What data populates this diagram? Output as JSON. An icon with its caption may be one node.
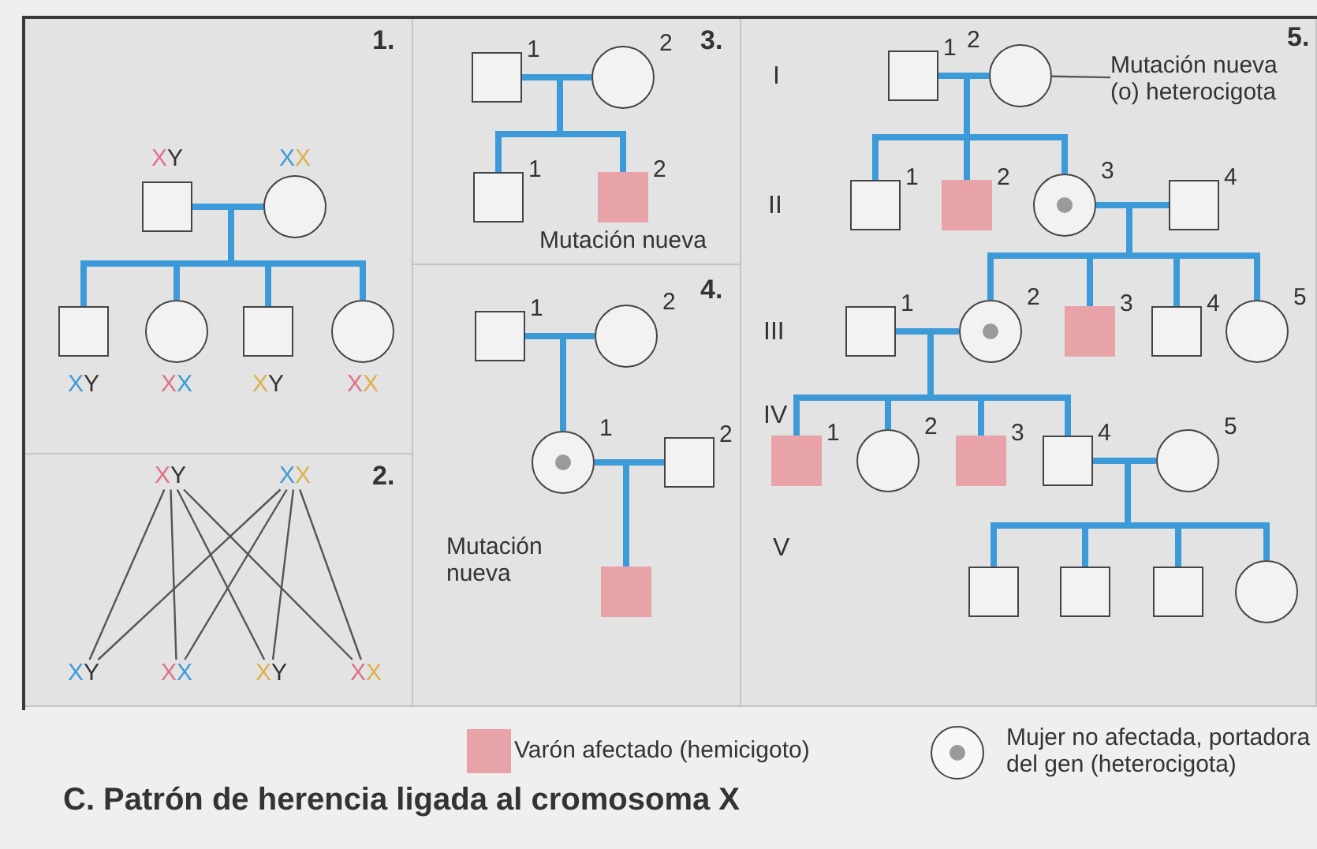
{
  "diagram": {
    "title": "C. Patrón de herencia ligada al cromosoma X",
    "nodes": [
      {
        "text": [
          "1."
        ]
      },
      {
        "text": [],
        "shape": "box",
        "in": 0,
        "beside": [
          "XY"
        ]
      },
      {
        "text": [],
        "shape": "circle",
        "in": 0,
        "beside": [
          "XX"
        ]
      },
      {
        "text": [],
        "shape": "box",
        "in": 0,
        "beside": [
          "XY"
        ]
      },
      {
        "text": [],
        "shape": "circle",
        "in": 0,
        "beside": [
          "XX"
        ]
      },
      {
        "text": [],
        "shape": "box",
        "in": 0,
        "beside": [
          "XY"
        ]
      },
      {
        "text": [],
        "shape": "circle",
        "in": 0,
        "beside": [
          "XX"
        ]
      },
      {
        "text": [
          "2."
        ]
      },
      {
        "text": [
          "XY"
        ],
        "in": 7
      },
      {
        "text": [
          "XX"
        ],
        "in": 7
      },
      {
        "text": [
          "XY"
        ],
        "in": 7
      },
      {
        "text": [
          "XX"
        ],
        "in": 7
      },
      {
        "text": [
          "XY"
        ],
        "in": 7
      },
      {
        "text": [
          "XX"
        ],
        "in": 7
      },
      {
        "text": [
          "3."
        ]
      },
      {
        "text": [],
        "shape": "box",
        "in": 14,
        "beside": [
          "1"
        ]
      },
      {
        "text": [],
        "shape": "circle",
        "in": 14,
        "beside": [
          "2"
        ]
      },
      {
        "text": [],
        "shape": "box",
        "in": 14,
        "beside": [
          "1"
        ]
      },
      {
        "text": [],
        "shape": "box",
        "in": 14,
        "beside": [
          "2",
          "Mutación nueva"
        ]
      },
      {
        "text": [
          "4."
        ]
      },
      {
        "text": [],
        "shape": "box",
        "in": 19,
        "beside": [
          "1"
        ]
      },
      {
        "text": [],
        "shape": "circle",
        "in": 19,
        "beside": [
          "2"
        ]
      },
      {
        "text": [],
        "shape": "circle",
        "in": 19,
        "beside": [
          "1",
          "Mutación nueva"
        ]
      },
      {
        "text": [],
        "shape": "box",
        "in": 19,
        "beside": [
          "2"
        ]
      },
      {
        "text": [],
        "shape": "box",
        "in": 19
      },
      {
        "text": [
          "5."
        ]
      },
      {
        "text": [],
        "shape": "box",
        "in": 25,
        "beside": [
          "1"
        ]
      },
      {
        "text": [],
        "shape": "circle",
        "in": 25,
        "beside": [
          "2"
        ]
      },
      {
        "text": [
          "Mutación nueva (o) heterocigota"
        ],
        "in": 25
      },
      {
        "text": [],
        "shape": "box",
        "in": 25,
        "beside": [
          "1"
        ]
      },
      {
        "text": [],
        "shape": "box",
        "in": 25,
        "beside": [
          "2"
        ]
      },
      {
        "text": [],
        "shape": "circle",
        "in": 25,
        "beside": [
          "3"
        ]
      },
      {
        "text": [],
        "shape": "box",
        "in": 25,
        "beside": [
          "4"
        ]
      },
      {
        "text": [],
        "shape": "box",
        "in": 25,
        "beside": [
          "1"
        ]
      },
      {
        "text": [],
        "shape": "circle",
        "in": 25,
        "beside": [
          "2"
        ]
      },
      {
        "text": [],
        "shape": "box",
        "in": 25,
        "beside": [
          "3"
        ]
      },
      {
        "text": [],
        "shape": "box",
        "in": 25,
        "beside": [
          "4"
        ]
      },
      {
        "text": [],
        "shape": "circle",
        "in": 25,
        "beside": [
          "5"
        ]
      },
      {
        "text": [],
        "shape": "box",
        "in": 25,
        "beside": [
          "1"
        ]
      },
      {
        "text": [],
        "shape": "circle",
        "in": 25,
        "beside": [
          "2"
        ]
      },
      {
        "text": [],
        "shape": "box",
        "in": 25,
        "beside": [
          "3"
        ]
      },
      {
        "text": [],
        "shape": "box",
        "in": 25,
        "beside": [
          "4"
        ]
      },
      {
        "text": [],
        "shape": "circle",
        "in": 25,
        "beside": [
          "5"
        ]
      },
      {
        "text": [],
        "shape": "box",
        "in": 25
      },
      {
        "text": [],
        "shape": "box",
        "in": 25
      },
      {
        "text": [],
        "shape": "box",
        "in": 25
      },
      {
        "text": [],
        "shape": "circle",
        "in": 25
      },
      {
        "text": [],
        "shape": "bar",
        "in": 0
      },
      {
        "text": [],
        "shape": "bar",
        "in": 14
      },
      {
        "text": [],
        "shape": "bar",
        "in": 25
      },
      {
        "text": [],
        "shape": "bar",
        "in": 25
      },
      {
        "text": [],
        "shape": "bar",
        "in": 25
      },
      {
        "text": [],
        "shape": "bar",
        "in": 25
      }
    ],
    "edges": [
      {
        "from": 1,
        "to": 47,
        "arrow": "none"
      },
      {
        "from": 2,
        "to": 47,
        "arrow": "none"
      },
      {
        "from": 47,
        "to": 3,
        "arrow": "none"
      },
      {
        "from": 47,
        "to": 4,
        "arrow": "none"
      },
      {
        "from": 47,
        "to": 5,
        "arrow": "none"
      },
      {
        "from": 47,
        "to": 6,
        "arrow": "none"
      },
      {
        "from": 8,
        "to": 10,
        "arrow": "none",
        "color": "#555555"
      },
      {
        "from": 8,
        "to": 11,
        "arrow": "none",
        "color": "#555555"
      },
      {
        "from": 8,
        "to": 12,
        "arrow": "none",
        "color": "#555555"
      },
      {
        "from": 8,
        "to": 13,
        "arrow": "none",
        "color": "#555555"
      },
      {
        "from": 9,
        "to": 10,
        "arrow": "none",
        "color": "#555555"
      },
      {
        "from": 9,
        "to": 11,
        "arrow": "none",
        "color": "#555555"
      },
      {
        "from": 9,
        "to": 12,
        "arrow": "none",
        "color": "#555555"
      },
      {
        "from": 9,
        "to": 13,
        "arrow": "none",
        "color": "#555555"
      },
      {
        "from": 15,
        "to": 48,
        "arrow": "none"
      },
      {
        "from": 16,
        "to": 48,
        "arrow": "none"
      },
      {
        "from": 48,
        "to": 17,
        "arrow": "none"
      },
      {
        "from": 48,
        "to": 18,
        "arrow": "none"
      },
      {
        "from": 20,
        "to": 22,
        "arrow": "none"
      },
      {
        "from": 21,
        "to": 22,
        "arrow": "none"
      },
      {
        "from": 22,
        "to": 24,
        "arrow": "none"
      },
      {
        "from": 23,
        "to": 24,
        "arrow": "none"
      },
      {
        "from": 28,
        "to": 27,
        "arrow": "none",
        "color": "#555555"
      },
      {
        "from": 26,
        "to": 49,
        "arrow": "none"
      },
      {
        "from": 27,
        "to": 49,
        "arrow": "none"
      },
      {
        "from": 49,
        "to": 29,
        "arrow": "none"
      },
      {
        "from": 49,
        "to": 30,
        "arrow": "none"
      },
      {
        "from": 49,
        "to": 31,
        "arrow": "none"
      },
      {
        "from": 31,
        "to": 50,
        "arrow": "none"
      },
      {
        "from": 32,
        "to": 50,
        "arrow": "none"
      },
      {
        "from": 50,
        "to": 34,
        "arrow": "none"
      },
      {
        "from": 50,
        "to": 35,
        "arrow": "none"
      },
      {
        "from": 50,
        "to": 36,
        "arrow": "none"
      },
      {
        "from": 50,
        "to": 37,
        "arrow": "none"
      },
      {
        "from": 33,
        "to": 51,
        "arrow": "none"
      },
      {
        "from": 34,
        "to": 51,
        "arrow": "none"
      },
      {
        "from": 51,
        "to": 38,
        "arrow": "none"
      },
      {
        "from": 51,
        "to": 39,
        "arrow": "none"
      },
      {
        "from": 51,
        "to": 40,
        "arrow": "none"
      },
      {
        "from": 51,
        "to": 41,
        "arrow": "none"
      },
      {
        "from": 41,
        "to": 52,
        "arrow": "none"
      },
      {
        "from": 42,
        "to": 52,
        "arrow": "none"
      },
      {
        "from": 52,
        "to": 43,
        "arrow": "none"
      },
      {
        "from": 52,
        "to": 44,
        "arrow": "none"
      },
      {
        "from": 52,
        "to": 45,
        "arrow": "none"
      },
      {
        "from": 52,
        "to": 46,
        "arrow": "none"
      }
    ],
    "labels": [
      "I",
      "II",
      "III",
      "IV",
      "V"
    ],
    "legend": [
      {
        "text": "Varón afectado (hemicigoto)",
        "color": "#e8a3a8"
      },
      {
        "text": "Mujer no afectada, portadora del gen (heterocigota)"
      }
    ]
  }
}
